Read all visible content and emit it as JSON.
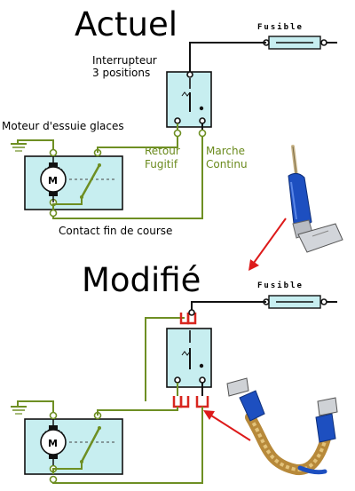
{
  "top": {
    "title": "Actuel",
    "fuse_label": "Fusible",
    "switch_label_line1": "Interrupteur",
    "switch_label_line2": "3 positions",
    "motor_label": "Moteur d'essuie glaces",
    "retour_line1": "Retour",
    "retour_line2": "Fugitif",
    "marche_line1": "Marche",
    "marche_line2": "Continu",
    "contact_label": "Contact fin de course"
  },
  "bottom": {
    "title": "Modifié",
    "fuse_label": "Fusible"
  },
  "colors": {
    "wire_green": "#6e8f23",
    "wire_black": "#111111",
    "wire_red": "#d8261f",
    "box_fill": "#c7eef0",
    "arrow_red": "#dd1a1a",
    "connector_blue": "#1d4fc0"
  },
  "icons": {
    "motor": "motor-symbol-icon",
    "ground": "ground-symbol-icon",
    "fuse": "fuse-symbol-icon",
    "connector": "spade-connector-photo",
    "jumper": "jumper-cable-photo"
  }
}
